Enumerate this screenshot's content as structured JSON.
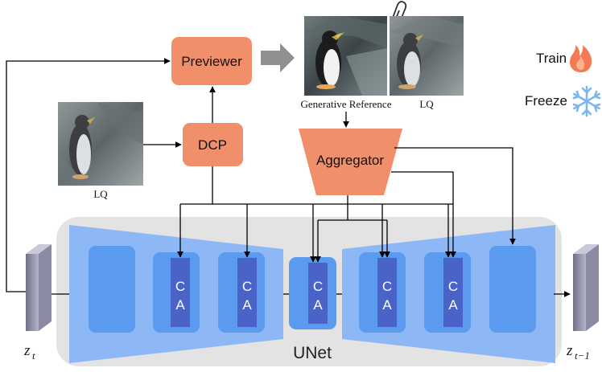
{
  "modules": {
    "previewer": "Previewer",
    "dcp": "DCP",
    "aggregator": "Aggregator"
  },
  "images": {
    "generative_reference_label": "Generative Reference",
    "lq_top_label": "LQ",
    "lq_left_label": "LQ"
  },
  "unet": {
    "label": "UNet",
    "ca_blocks": [
      {
        "top": "C",
        "bottom": "A"
      },
      {
        "top": "C",
        "bottom": "A"
      },
      {
        "top": "C",
        "bottom": "A"
      },
      {
        "top": "C",
        "bottom": "A"
      },
      {
        "top": "C",
        "bottom": "A"
      }
    ]
  },
  "latents": {
    "input_main": "z",
    "input_sub": "t",
    "output_main": "z",
    "output_sub": "t−1"
  },
  "legend": {
    "train": "Train",
    "freeze": "Freeze"
  },
  "colors": {
    "module_fill": "#F28F6B",
    "unet_bg": "#E3E3E3",
    "encoder_fill": "#8EB8F5",
    "block_fill": "#5A9BEF",
    "ca_fill": "#4A63C9",
    "flame": "#F47A54",
    "snowflake": "#7DB6EE"
  }
}
